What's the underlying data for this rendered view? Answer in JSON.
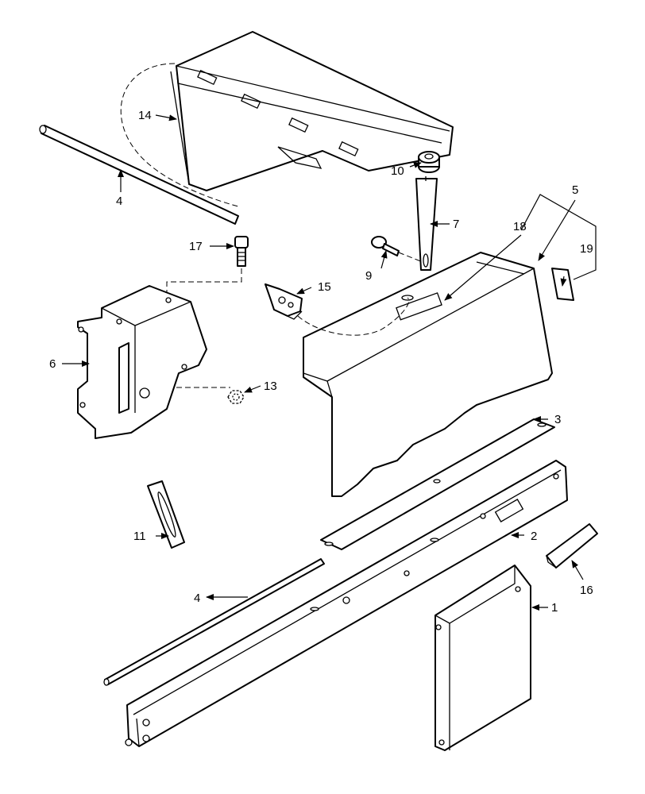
{
  "diagram": {
    "colors": {
      "line": "#000000",
      "background": "#ffffff"
    },
    "callouts": {
      "c1": "1",
      "c2": "2",
      "c3": "3",
      "c4a": "4",
      "c4b": "4",
      "c5": "5",
      "c6": "6",
      "c7": "7",
      "c9": "9",
      "c10": "10",
      "c11": "11",
      "c13": "13",
      "c14": "14",
      "c15": "15",
      "c16": "16",
      "c17": "17",
      "c18": "18",
      "c19": "19"
    }
  }
}
